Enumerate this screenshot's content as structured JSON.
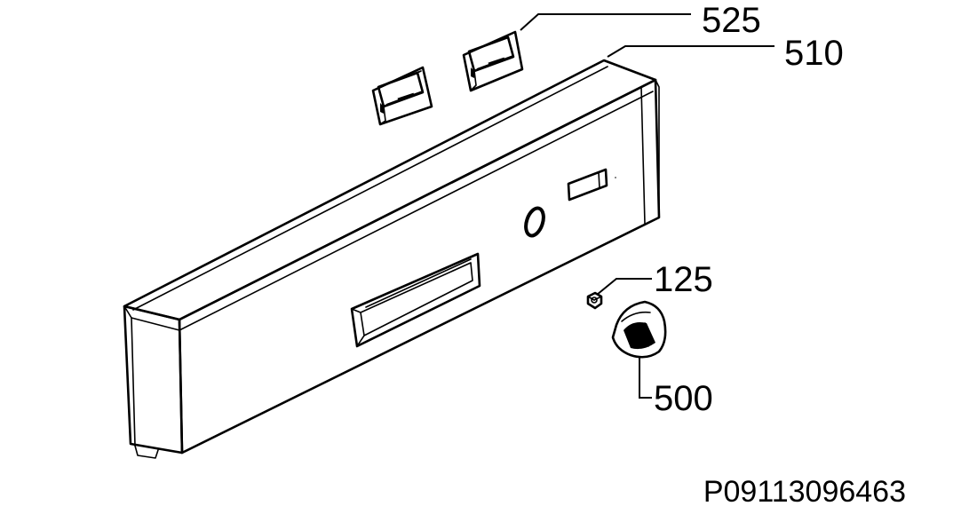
{
  "callouts": {
    "buttons": "525",
    "panel": "510",
    "nut": "125",
    "knob": "500"
  },
  "drawing_code": "P09113096463",
  "colors": {
    "line": "#000000",
    "background": "#ffffff"
  }
}
